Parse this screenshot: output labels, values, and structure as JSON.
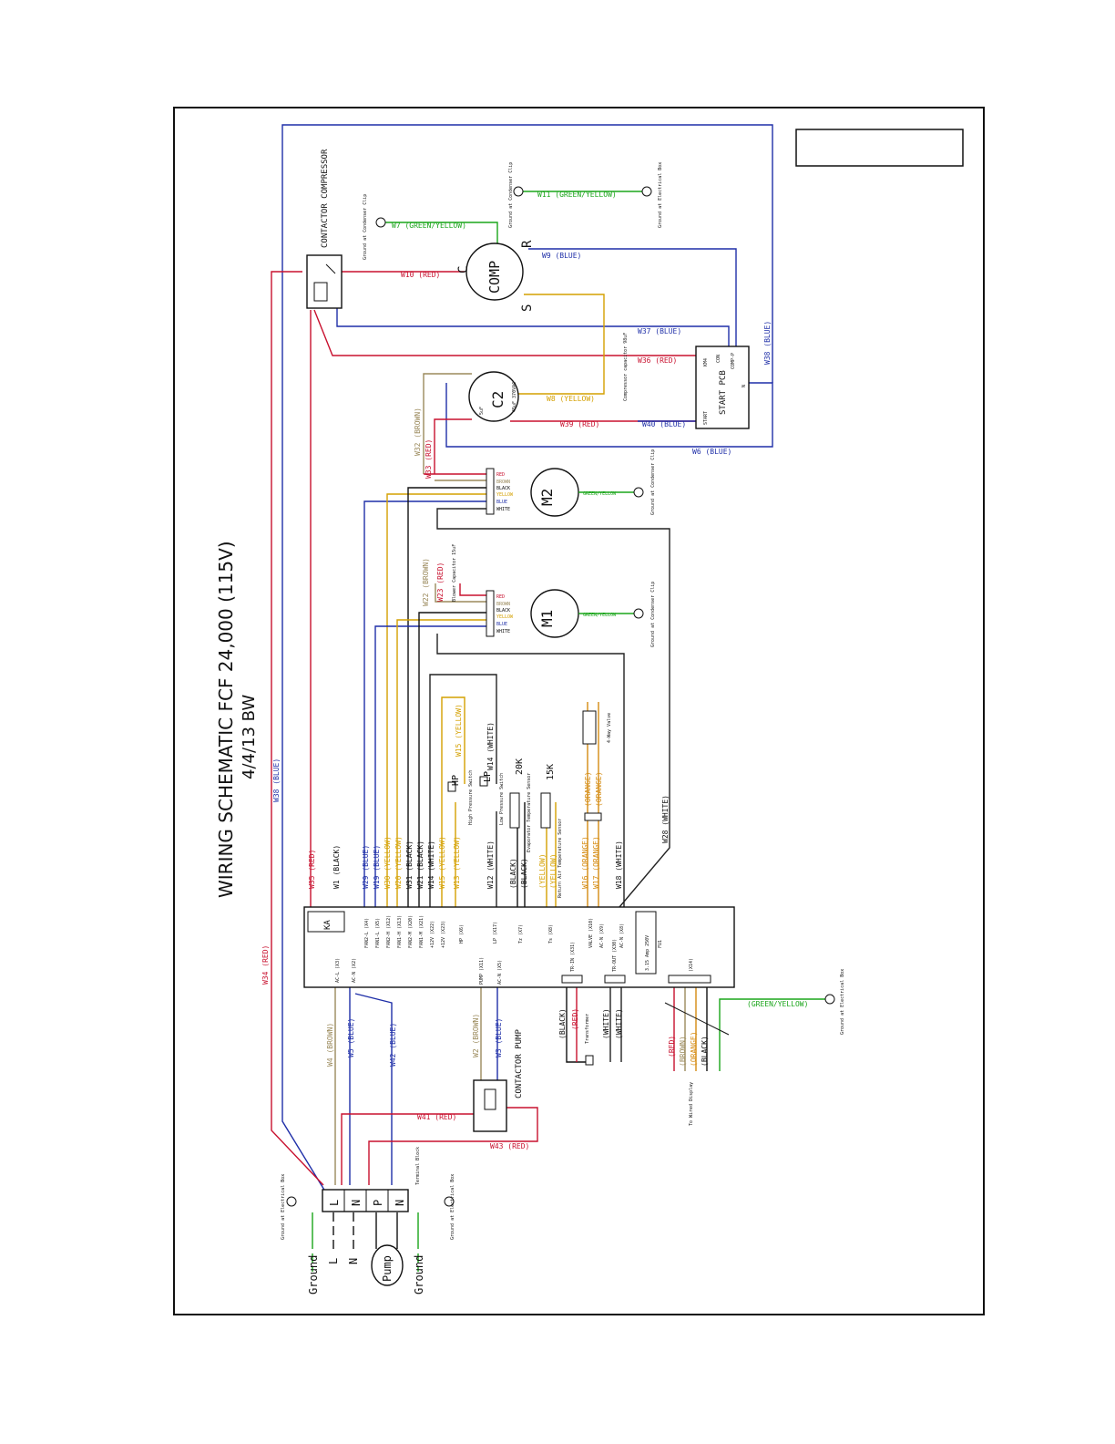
{
  "header": {
    "title": "WIRING SCHEMATIC FCF 24,000 (115V)",
    "subtitle": "4/4/13 BW",
    "corner_box": ""
  },
  "colors": {
    "red": "#c8102e",
    "blue": "#1f2fa8",
    "yellow": "#d4a000",
    "brown": "#9b8a5c",
    "green": "#1aa51a",
    "orange": "#d48a10",
    "black": "#111111",
    "white_wire": "#222222"
  },
  "components": {
    "contactor_compressor": "CONTACTOR COMPRESSOR",
    "comp": "COMP",
    "comp_c": "C",
    "comp_r": "R",
    "comp_s": "S",
    "c2": "C2",
    "c2_rating": "45uF 370VAC",
    "c2_fan": "5uF",
    "start_pcb": "START PCB",
    "start_pcb_pins": [
      "KM4",
      "CON",
      "COMP-P",
      "START",
      "N"
    ],
    "comp_cap_note": "Compressor capacitor 98uF",
    "m2": "M2",
    "m1": "M1",
    "blower_cap": "Blower Capacitor 15uF",
    "hp": "HP",
    "hp_label": "High Pressure Switch",
    "lp": "LP",
    "lp_label": "Low Pressure Switch",
    "r20k": "20K",
    "r15k": "15K",
    "evap_sensor": "Evaporator Temperature Sensor",
    "return_sensor": "Return Air Temperature Sensor",
    "four_way": "4-Way Valve",
    "ka": "KA",
    "fuse": "3.15 Amp 250V",
    "fuse_id": "FU1",
    "contactor_pump": "CONTACTOR PUMP",
    "transformer": "Transformer",
    "terminal_block": "Terminal Block",
    "terminals": [
      "L",
      "N",
      "P",
      "N"
    ],
    "supply": [
      "L",
      "N"
    ],
    "pump": "Pump",
    "ground": "Ground",
    "to_wired_display": "To Wired Display",
    "ground_condenser": "Ground at Condenser Clip",
    "ground_electrical": "Ground at Electrical Box"
  },
  "motor_leads": [
    "RED",
    "BROWN",
    "BLACK",
    "YELLOW",
    "BLUE",
    "WHITE"
  ],
  "pcb_pins": [
    "AC-L (X3)",
    "AC-N (X2)",
    "FAN2-L (X4)",
    "FAN1-L (X5)",
    "FAN2-H (X12)",
    "FAN1-H (X13)",
    "FAN2-M (X20)",
    "FAN1-M (X21)",
    "+12V (X22)",
    "+12V (X23)",
    "HP (X6)",
    "LP (X17)",
    "Tz (X7)",
    "Ts (X8)",
    "VALVE (X10)",
    "AC-N (X9)",
    "AC-N (X8)",
    "PUMP (X11)",
    "AC-N (X5)",
    "TR-IN (X31)",
    "TR-OUT (X30)",
    "(X14)"
  ],
  "wires": {
    "w1": "W1 (BLACK)",
    "w2": "W2 (BROWN)",
    "w3": "W3 (BLUE)",
    "w4": "W4 (BROWN)",
    "w5": "W5 (BLUE)",
    "w6": "W6 (BLUE)",
    "w7": "W7 (GREEN/YELLOW)",
    "w8": "W8 (YELLOW)",
    "w9": "W9 (BLUE)",
    "w10": "W10 (RED)",
    "w11": "W11 (GREEN/YELLOW)",
    "w12": "W12 (WHITE)",
    "w13": "W13 (YELLOW)",
    "w14": "W14 (WHITE)",
    "w15": "W15 (YELLOW)",
    "w16": "W16 (ORANGE)",
    "w17": "W17 (ORANGE)",
    "w18": "W18 (WHITE)",
    "w19": "W19 (BLUE)",
    "w20": "W20 (YELLOW)",
    "w21": "W21 (BLACK)",
    "w22": "W22 (BROWN)",
    "w23": "W23 (RED)",
    "w28": "W28 (WHITE)",
    "w29": "W29 (BLUE)",
    "w30": "W30 (YELLOW)",
    "w31": "W31 (BLACK)",
    "w32": "W32 (BROWN)",
    "w33": "W33 (RED)",
    "w34": "W34 (RED)",
    "w35": "W35 (RED)",
    "w36": "W36 (RED)",
    "w37": "W37 (BLUE)",
    "w38": "W38 (BLUE)",
    "w39": "W39 (RED)",
    "w40": "W40 (BLUE)",
    "w41": "W41 (RED)",
    "w42": "W42 (BLUE)",
    "w43": "W43 (RED)",
    "tz_black": "(BLACK)",
    "tz_black2": "(BLACK)",
    "ts_yellow": "(YELLOW)",
    "ts_yellow2": "(YELLOW)",
    "valve_orange": "(ORANGE)",
    "valve_orange2": "(ORANGE)",
    "tr_black": "(BLACK)",
    "tr_red": "(RED)",
    "tr_white": "(WHITE)",
    "tr_white2": "(WHITE)",
    "disp_red": "(RED)",
    "disp_brown": "(BROWN)",
    "disp_orange": "(ORANGE)",
    "disp_black": "(BLACK)",
    "gnd_green": "(GREEN/YELLOW)",
    "m2_gnd": "GREEN/YELLOW",
    "m1_gnd": "GREEN/YELLOW"
  }
}
